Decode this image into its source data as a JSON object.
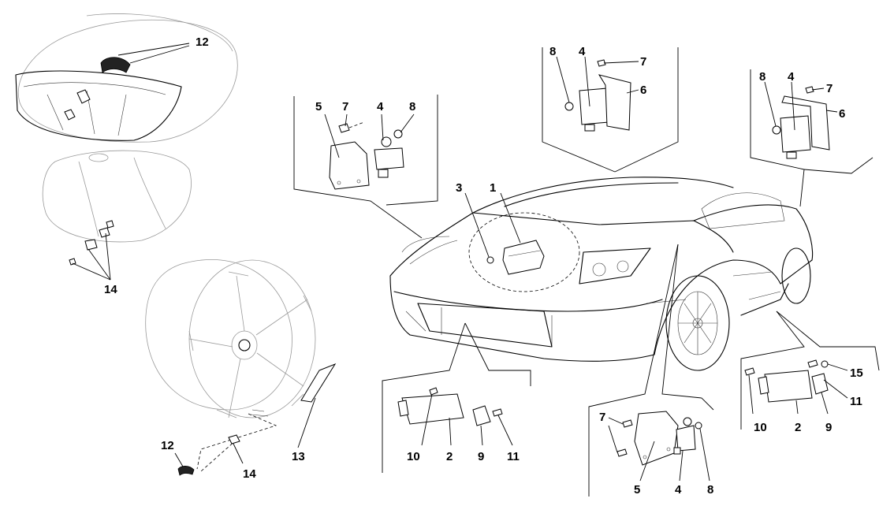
{
  "callouts": {
    "tire_sensor_top": "12",
    "tire_valve_caps": "14",
    "wheel_sensor": "12",
    "wheel_valve": "14",
    "label_strip": "13",
    "front_left_bracket": "5",
    "front_left_screw": "7",
    "front_left_sensor": "4",
    "front_left_nut": "8",
    "center_bolt": "3",
    "center_ecu": "1",
    "top_mid_nut": "8",
    "top_mid_sensor": "4",
    "top_mid_screw": "7",
    "top_mid_bracket": "6",
    "top_right_nut": "8",
    "top_right_sensor": "4",
    "top_right_screw": "7",
    "top_right_bracket": "6",
    "bottom_left_bolt": "10",
    "bottom_left_receiver": "2",
    "bottom_left_clip": "9",
    "bottom_left_screw": "11",
    "bottom_mid_screw": "7",
    "bottom_mid_bracket": "5",
    "bottom_mid_sensor": "4",
    "bottom_mid_nut": "8",
    "right_bolt": "10",
    "right_receiver": "2",
    "right_clip": "9",
    "right_screw": "11",
    "right_nut": "15"
  }
}
